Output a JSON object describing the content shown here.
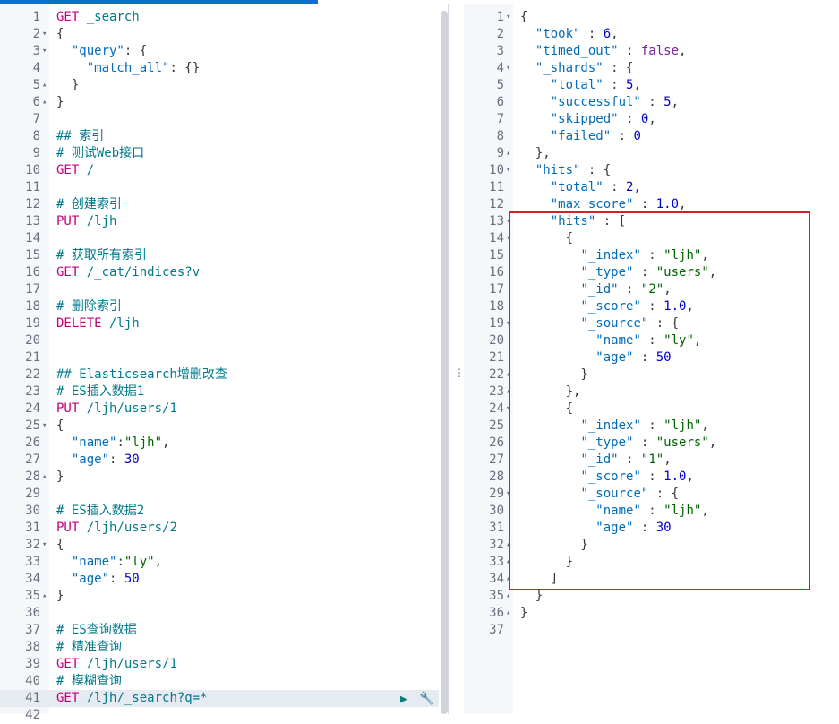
{
  "editor": {
    "lines": [
      {
        "n": "1",
        "fold": "",
        "segs": [
          [
            "GET",
            "m"
          ],
          [
            " _search",
            "u"
          ]
        ]
      },
      {
        "n": "2",
        "fold": "▾",
        "segs": [
          [
            "{",
            "p"
          ]
        ]
      },
      {
        "n": "3",
        "fold": "▾",
        "segs": [
          [
            "  ",
            "p"
          ],
          [
            "\"query\"",
            "k"
          ],
          [
            ": {",
            "p"
          ]
        ]
      },
      {
        "n": "4",
        "fold": "",
        "segs": [
          [
            "    ",
            "p"
          ],
          [
            "\"match_all\"",
            "k"
          ],
          [
            ": {}",
            "p"
          ]
        ]
      },
      {
        "n": "5",
        "fold": "▴",
        "segs": [
          [
            "  }",
            "p"
          ]
        ]
      },
      {
        "n": "6",
        "fold": "▴",
        "segs": [
          [
            "}",
            "p"
          ]
        ]
      },
      {
        "n": "7",
        "fold": "",
        "segs": []
      },
      {
        "n": "8",
        "fold": "",
        "segs": [
          [
            "## 索引",
            "c"
          ]
        ]
      },
      {
        "n": "9",
        "fold": "",
        "segs": [
          [
            "# 测试Web接口",
            "c"
          ]
        ]
      },
      {
        "n": "10",
        "fold": "",
        "segs": [
          [
            "GET",
            "m"
          ],
          [
            " /",
            "u"
          ]
        ]
      },
      {
        "n": "11",
        "fold": "",
        "segs": []
      },
      {
        "n": "12",
        "fold": "",
        "segs": [
          [
            "# 创建索引",
            "c"
          ]
        ]
      },
      {
        "n": "13",
        "fold": "",
        "segs": [
          [
            "PUT",
            "m"
          ],
          [
            " /ljh",
            "u"
          ]
        ]
      },
      {
        "n": "14",
        "fold": "",
        "segs": []
      },
      {
        "n": "15",
        "fold": "",
        "segs": [
          [
            "# 获取所有索引",
            "c"
          ]
        ]
      },
      {
        "n": "16",
        "fold": "",
        "segs": [
          [
            "GET",
            "m"
          ],
          [
            " /_cat/indices?v",
            "u"
          ]
        ]
      },
      {
        "n": "17",
        "fold": "",
        "segs": []
      },
      {
        "n": "18",
        "fold": "",
        "segs": [
          [
            "# 删除索引",
            "c"
          ]
        ]
      },
      {
        "n": "19",
        "fold": "",
        "segs": [
          [
            "DELETE",
            "m"
          ],
          [
            " /ljh",
            "u"
          ]
        ]
      },
      {
        "n": "20",
        "fold": "",
        "segs": []
      },
      {
        "n": "21",
        "fold": "",
        "segs": []
      },
      {
        "n": "22",
        "fold": "",
        "segs": [
          [
            "## Elasticsearch增删改查",
            "c"
          ]
        ]
      },
      {
        "n": "23",
        "fold": "",
        "segs": [
          [
            "# ES插入数据1",
            "c"
          ]
        ]
      },
      {
        "n": "24",
        "fold": "",
        "segs": [
          [
            "PUT",
            "m"
          ],
          [
            " /ljh/users/1",
            "u"
          ]
        ]
      },
      {
        "n": "25",
        "fold": "▾",
        "segs": [
          [
            "{",
            "p"
          ]
        ]
      },
      {
        "n": "26",
        "fold": "",
        "segs": [
          [
            "  ",
            "p"
          ],
          [
            "\"name\"",
            "k"
          ],
          [
            ":",
            "p"
          ],
          [
            "\"ljh\"",
            "s"
          ],
          [
            ",",
            "p"
          ]
        ]
      },
      {
        "n": "27",
        "fold": "",
        "segs": [
          [
            "  ",
            "p"
          ],
          [
            "\"age\"",
            "k"
          ],
          [
            ": ",
            "p"
          ],
          [
            "30",
            "n"
          ]
        ]
      },
      {
        "n": "28",
        "fold": "▴",
        "segs": [
          [
            "}",
            "p"
          ]
        ]
      },
      {
        "n": "29",
        "fold": "",
        "segs": []
      },
      {
        "n": "30",
        "fold": "",
        "segs": [
          [
            "# ES插入数据2",
            "c"
          ]
        ]
      },
      {
        "n": "31",
        "fold": "",
        "segs": [
          [
            "PUT",
            "m"
          ],
          [
            " /ljh/users/2",
            "u"
          ]
        ]
      },
      {
        "n": "32",
        "fold": "▾",
        "segs": [
          [
            "{",
            "p"
          ]
        ]
      },
      {
        "n": "33",
        "fold": "",
        "segs": [
          [
            "  ",
            "p"
          ],
          [
            "\"name\"",
            "k"
          ],
          [
            ":",
            "p"
          ],
          [
            "\"ly\"",
            "s"
          ],
          [
            ",",
            "p"
          ]
        ]
      },
      {
        "n": "34",
        "fold": "",
        "segs": [
          [
            "  ",
            "p"
          ],
          [
            "\"age\"",
            "k"
          ],
          [
            ": ",
            "p"
          ],
          [
            "50",
            "n"
          ]
        ]
      },
      {
        "n": "35",
        "fold": "▴",
        "segs": [
          [
            "}",
            "p"
          ]
        ]
      },
      {
        "n": "36",
        "fold": "",
        "segs": []
      },
      {
        "n": "37",
        "fold": "",
        "segs": [
          [
            "# ES查询数据",
            "c"
          ]
        ]
      },
      {
        "n": "38",
        "fold": "",
        "segs": [
          [
            "# 精准查询",
            "c"
          ]
        ]
      },
      {
        "n": "39",
        "fold": "",
        "segs": [
          [
            "GET",
            "m"
          ],
          [
            " /ljh/users/1",
            "u"
          ]
        ]
      },
      {
        "n": "40",
        "fold": "",
        "segs": [
          [
            "# 模糊查询",
            "c"
          ]
        ]
      },
      {
        "n": "41",
        "fold": "",
        "segs": [
          [
            "GET",
            "m"
          ],
          [
            " /ljh/_search?q=*",
            "u"
          ]
        ],
        "active": true
      },
      {
        "n": "42",
        "fold": "",
        "segs": []
      }
    ],
    "run_icon": "play-icon",
    "settings_icon": "wrench-icon",
    "run_glyph": "▶",
    "settings_glyph": "🔧"
  },
  "response": {
    "lines": [
      {
        "n": "1",
        "fold": "▾",
        "segs": [
          [
            "{",
            "p"
          ]
        ]
      },
      {
        "n": "2",
        "fold": "",
        "segs": [
          [
            "  ",
            "p"
          ],
          [
            "\"took\"",
            "k"
          ],
          [
            " : ",
            "p"
          ],
          [
            "6",
            "n"
          ],
          [
            ",",
            "p"
          ]
        ]
      },
      {
        "n": "3",
        "fold": "",
        "segs": [
          [
            "  ",
            "p"
          ],
          [
            "\"timed_out\"",
            "k"
          ],
          [
            " : ",
            "p"
          ],
          [
            "false",
            "b"
          ],
          [
            ",",
            "p"
          ]
        ]
      },
      {
        "n": "4",
        "fold": "▾",
        "segs": [
          [
            "  ",
            "p"
          ],
          [
            "\"_shards\"",
            "k"
          ],
          [
            " : {",
            "p"
          ]
        ]
      },
      {
        "n": "5",
        "fold": "",
        "segs": [
          [
            "    ",
            "p"
          ],
          [
            "\"total\"",
            "k"
          ],
          [
            " : ",
            "p"
          ],
          [
            "5",
            "n"
          ],
          [
            ",",
            "p"
          ]
        ]
      },
      {
        "n": "6",
        "fold": "",
        "segs": [
          [
            "    ",
            "p"
          ],
          [
            "\"successful\"",
            "k"
          ],
          [
            " : ",
            "p"
          ],
          [
            "5",
            "n"
          ],
          [
            ",",
            "p"
          ]
        ]
      },
      {
        "n": "7",
        "fold": "",
        "segs": [
          [
            "    ",
            "p"
          ],
          [
            "\"skipped\"",
            "k"
          ],
          [
            " : ",
            "p"
          ],
          [
            "0",
            "n"
          ],
          [
            ",",
            "p"
          ]
        ]
      },
      {
        "n": "8",
        "fold": "",
        "segs": [
          [
            "    ",
            "p"
          ],
          [
            "\"failed\"",
            "k"
          ],
          [
            " : ",
            "p"
          ],
          [
            "0",
            "n"
          ]
        ]
      },
      {
        "n": "9",
        "fold": "▴",
        "segs": [
          [
            "  },",
            "p"
          ]
        ]
      },
      {
        "n": "10",
        "fold": "▾",
        "segs": [
          [
            "  ",
            "p"
          ],
          [
            "\"hits\"",
            "k"
          ],
          [
            " : {",
            "p"
          ]
        ]
      },
      {
        "n": "11",
        "fold": "",
        "segs": [
          [
            "    ",
            "p"
          ],
          [
            "\"total\"",
            "k"
          ],
          [
            " : ",
            "p"
          ],
          [
            "2",
            "n"
          ],
          [
            ",",
            "p"
          ]
        ]
      },
      {
        "n": "12",
        "fold": "",
        "segs": [
          [
            "    ",
            "p"
          ],
          [
            "\"max_score\"",
            "k"
          ],
          [
            " : ",
            "p"
          ],
          [
            "1.0",
            "n"
          ],
          [
            ",",
            "p"
          ]
        ]
      },
      {
        "n": "13",
        "fold": "▾",
        "segs": [
          [
            "    ",
            "p"
          ],
          [
            "\"hits\"",
            "k"
          ],
          [
            " : [",
            "p"
          ]
        ]
      },
      {
        "n": "14",
        "fold": "▾",
        "segs": [
          [
            "      {",
            "p"
          ]
        ]
      },
      {
        "n": "15",
        "fold": "",
        "segs": [
          [
            "        ",
            "p"
          ],
          [
            "\"_index\"",
            "k"
          ],
          [
            " : ",
            "p"
          ],
          [
            "\"ljh\"",
            "s"
          ],
          [
            ",",
            "p"
          ]
        ]
      },
      {
        "n": "16",
        "fold": "",
        "segs": [
          [
            "        ",
            "p"
          ],
          [
            "\"_type\"",
            "k"
          ],
          [
            " : ",
            "p"
          ],
          [
            "\"users\"",
            "s"
          ],
          [
            ",",
            "p"
          ]
        ]
      },
      {
        "n": "17",
        "fold": "",
        "segs": [
          [
            "        ",
            "p"
          ],
          [
            "\"_id\"",
            "k"
          ],
          [
            " : ",
            "p"
          ],
          [
            "\"2\"",
            "s"
          ],
          [
            ",",
            "p"
          ]
        ]
      },
      {
        "n": "18",
        "fold": "",
        "segs": [
          [
            "        ",
            "p"
          ],
          [
            "\"_score\"",
            "k"
          ],
          [
            " : ",
            "p"
          ],
          [
            "1.0",
            "n"
          ],
          [
            ",",
            "p"
          ]
        ]
      },
      {
        "n": "19",
        "fold": "▾",
        "segs": [
          [
            "        ",
            "p"
          ],
          [
            "\"_source\"",
            "k"
          ],
          [
            " : {",
            "p"
          ]
        ]
      },
      {
        "n": "20",
        "fold": "",
        "segs": [
          [
            "          ",
            "p"
          ],
          [
            "\"name\"",
            "k"
          ],
          [
            " : ",
            "p"
          ],
          [
            "\"ly\"",
            "s"
          ],
          [
            ",",
            "p"
          ]
        ]
      },
      {
        "n": "21",
        "fold": "",
        "segs": [
          [
            "          ",
            "p"
          ],
          [
            "\"age\"",
            "k"
          ],
          [
            " : ",
            "p"
          ],
          [
            "50",
            "n"
          ]
        ]
      },
      {
        "n": "22",
        "fold": "▴",
        "segs": [
          [
            "        }",
            "p"
          ]
        ]
      },
      {
        "n": "23",
        "fold": "▴",
        "segs": [
          [
            "      },",
            "p"
          ]
        ]
      },
      {
        "n": "24",
        "fold": "▾",
        "segs": [
          [
            "      {",
            "p"
          ]
        ]
      },
      {
        "n": "25",
        "fold": "",
        "segs": [
          [
            "        ",
            "p"
          ],
          [
            "\"_index\"",
            "k"
          ],
          [
            " : ",
            "p"
          ],
          [
            "\"ljh\"",
            "s"
          ],
          [
            ",",
            "p"
          ]
        ]
      },
      {
        "n": "26",
        "fold": "",
        "segs": [
          [
            "        ",
            "p"
          ],
          [
            "\"_type\"",
            "k"
          ],
          [
            " : ",
            "p"
          ],
          [
            "\"users\"",
            "s"
          ],
          [
            ",",
            "p"
          ]
        ]
      },
      {
        "n": "27",
        "fold": "",
        "segs": [
          [
            "        ",
            "p"
          ],
          [
            "\"_id\"",
            "k"
          ],
          [
            " : ",
            "p"
          ],
          [
            "\"1\"",
            "s"
          ],
          [
            ",",
            "p"
          ]
        ]
      },
      {
        "n": "28",
        "fold": "",
        "segs": [
          [
            "        ",
            "p"
          ],
          [
            "\"_score\"",
            "k"
          ],
          [
            " : ",
            "p"
          ],
          [
            "1.0",
            "n"
          ],
          [
            ",",
            "p"
          ]
        ]
      },
      {
        "n": "29",
        "fold": "▾",
        "segs": [
          [
            "        ",
            "p"
          ],
          [
            "\"_source\"",
            "k"
          ],
          [
            " : {",
            "p"
          ]
        ]
      },
      {
        "n": "30",
        "fold": "",
        "segs": [
          [
            "          ",
            "p"
          ],
          [
            "\"name\"",
            "k"
          ],
          [
            " : ",
            "p"
          ],
          [
            "\"ljh\"",
            "s"
          ],
          [
            ",",
            "p"
          ]
        ]
      },
      {
        "n": "31",
        "fold": "",
        "segs": [
          [
            "          ",
            "p"
          ],
          [
            "\"age\"",
            "k"
          ],
          [
            " : ",
            "p"
          ],
          [
            "30",
            "n"
          ]
        ]
      },
      {
        "n": "32",
        "fold": "▴",
        "segs": [
          [
            "        }",
            "p"
          ]
        ]
      },
      {
        "n": "33",
        "fold": "▴",
        "segs": [
          [
            "      }",
            "p"
          ]
        ]
      },
      {
        "n": "34",
        "fold": "▴",
        "segs": [
          [
            "    ]",
            "p"
          ]
        ]
      },
      {
        "n": "35",
        "fold": "▴",
        "segs": [
          [
            "  }",
            "p"
          ]
        ]
      },
      {
        "n": "36",
        "fold": "▴",
        "segs": [
          [
            "}",
            "p"
          ]
        ]
      },
      {
        "n": "37",
        "fold": "",
        "segs": []
      }
    ]
  },
  "divider": {
    "grip_glyph": "⋮"
  },
  "colors": {
    "method": "#c4007a",
    "url": "#00798c",
    "key": "#006bb8",
    "string": "#006400",
    "number": "#0000cd",
    "highlight_box": "#d0202a",
    "active_line": "#e6ebf2"
  }
}
